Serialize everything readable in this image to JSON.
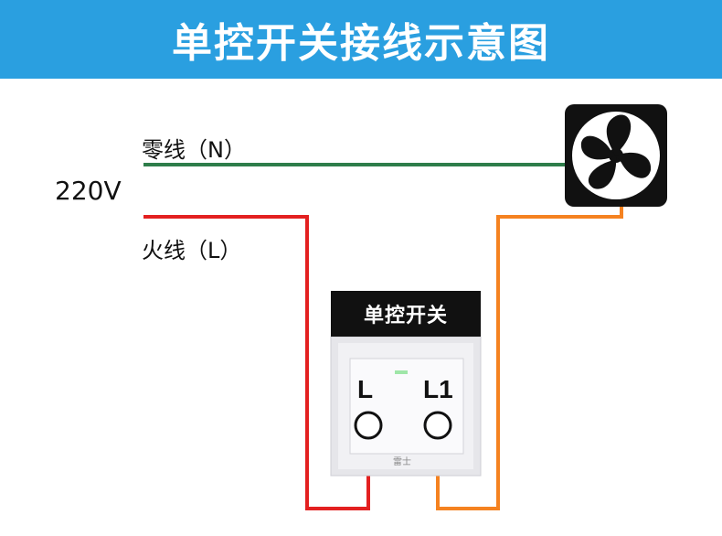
{
  "header": {
    "title": "单控开关接线示意图"
  },
  "diagram": {
    "neutral_label": "零线（N）",
    "live_label": "火线（L）",
    "voltage_label": "220V",
    "switch_title": "单控开关",
    "terminal_l": "L",
    "terminal_l1": "L1",
    "switch_brand": "雷士",
    "load_icon": "fan-icon",
    "colors": {
      "header": "#2a9fe0",
      "neutral_wire": "#2e7d4a",
      "live_wire": "#e32020",
      "load_wire": "#f58220"
    }
  }
}
